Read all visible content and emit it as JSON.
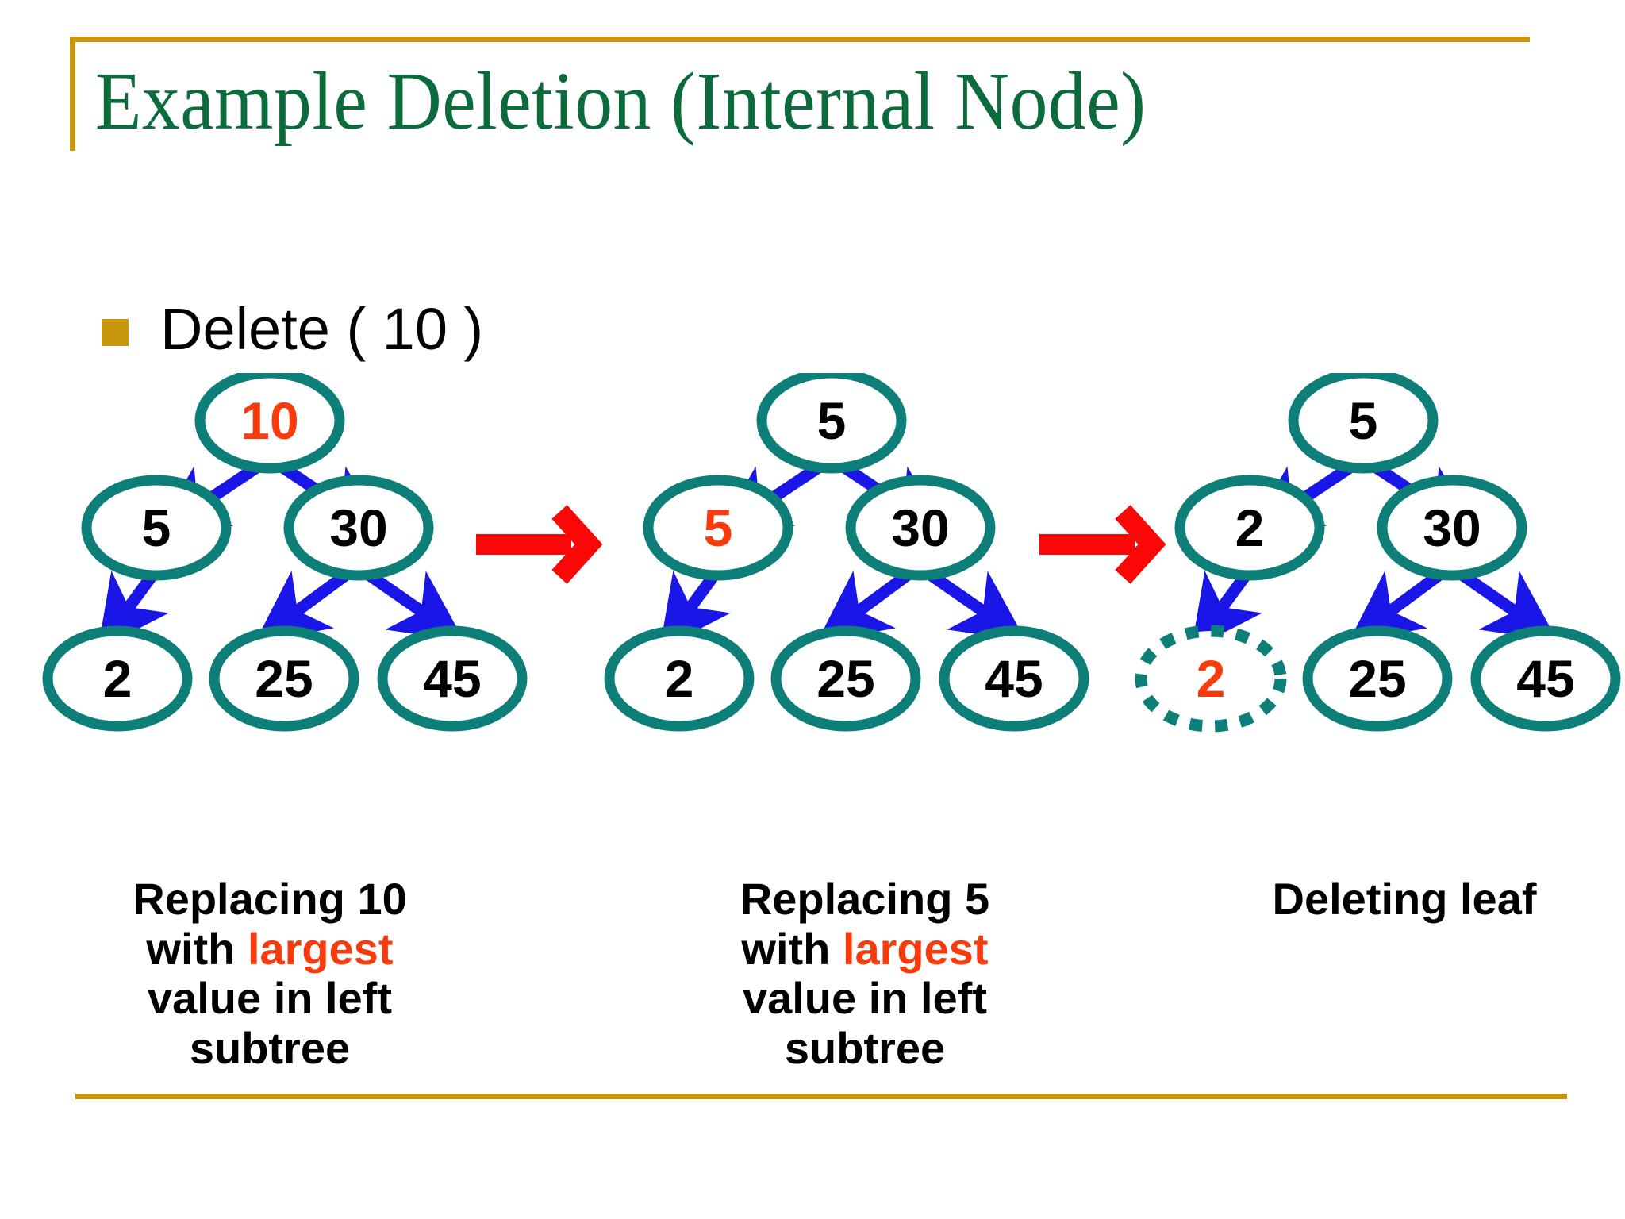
{
  "slide": {
    "title": "Example Deletion (Internal Node)",
    "bullet": {
      "marker": "square-bullet-icon",
      "text": "Delete ( 10 )"
    }
  },
  "colors": {
    "gold_rule": "#c8960c",
    "title_green": "#0b6b3a",
    "node_teal": "#0d7f78",
    "edge_blue": "#1a16e8",
    "highlight_red": "#f73b0c",
    "transition_red": "#fb0707",
    "text_black": "#000000"
  },
  "diagram": {
    "type": "binary-search-tree-deletion-sequence",
    "transition_arrows": [
      "red-arrow-1",
      "red-arrow-2"
    ],
    "trees": [
      {
        "id": "tree-1",
        "caption_id": "caption-1",
        "nodes": [
          {
            "id": "t1-root",
            "label": "10",
            "color": "highlight",
            "style": "solid",
            "level": 0
          },
          {
            "id": "t1-l",
            "label": "5",
            "color": "black",
            "style": "solid",
            "level": 1
          },
          {
            "id": "t1-r",
            "label": "30",
            "color": "black",
            "style": "solid",
            "level": 1
          },
          {
            "id": "t1-ll",
            "label": "2",
            "color": "black",
            "style": "solid",
            "level": 2
          },
          {
            "id": "t1-rl",
            "label": "25",
            "color": "black",
            "style": "solid",
            "level": 2
          },
          {
            "id": "t1-rr",
            "label": "45",
            "color": "black",
            "style": "solid",
            "level": 2
          }
        ],
        "edges": [
          [
            "t1-root",
            "t1-l"
          ],
          [
            "t1-root",
            "t1-r"
          ],
          [
            "t1-l",
            "t1-ll"
          ],
          [
            "t1-r",
            "t1-rl"
          ],
          [
            "t1-r",
            "t1-rr"
          ]
        ]
      },
      {
        "id": "tree-2",
        "caption_id": "caption-2",
        "nodes": [
          {
            "id": "t2-root",
            "label": "5",
            "color": "black",
            "style": "solid",
            "level": 0
          },
          {
            "id": "t2-l",
            "label": "5",
            "color": "highlight",
            "style": "solid",
            "level": 1
          },
          {
            "id": "t2-r",
            "label": "30",
            "color": "black",
            "style": "solid",
            "level": 1
          },
          {
            "id": "t2-ll",
            "label": "2",
            "color": "black",
            "style": "solid",
            "level": 2
          },
          {
            "id": "t2-rl",
            "label": "25",
            "color": "black",
            "style": "solid",
            "level": 2
          },
          {
            "id": "t2-rr",
            "label": "45",
            "color": "black",
            "style": "solid",
            "level": 2
          }
        ],
        "edges": [
          [
            "t2-root",
            "t2-l"
          ],
          [
            "t2-root",
            "t2-r"
          ],
          [
            "t2-l",
            "t2-ll"
          ],
          [
            "t2-r",
            "t2-rl"
          ],
          [
            "t2-r",
            "t2-rr"
          ]
        ]
      },
      {
        "id": "tree-3",
        "caption_id": "caption-3",
        "nodes": [
          {
            "id": "t3-root",
            "label": "5",
            "color": "black",
            "style": "solid",
            "level": 0
          },
          {
            "id": "t3-l",
            "label": "2",
            "color": "black",
            "style": "solid",
            "level": 1
          },
          {
            "id": "t3-r",
            "label": "30",
            "color": "black",
            "style": "solid",
            "level": 1
          },
          {
            "id": "t3-ll",
            "label": "2",
            "color": "highlight",
            "style": "dotted",
            "level": 2
          },
          {
            "id": "t3-rl",
            "label": "25",
            "color": "black",
            "style": "solid",
            "level": 2
          },
          {
            "id": "t3-rr",
            "label": "45",
            "color": "black",
            "style": "solid",
            "level": 2
          }
        ],
        "edges": [
          [
            "t3-root",
            "t3-l"
          ],
          [
            "t3-root",
            "t3-r"
          ],
          [
            "t3-l",
            "t3-ll"
          ],
          [
            "t3-r",
            "t3-rl"
          ],
          [
            "t3-r",
            "t3-rr"
          ]
        ]
      }
    ]
  },
  "captions": {
    "one": {
      "line1": "Replacing 10",
      "line2_pre": "with ",
      "line2_hl": "largest",
      "line3": "value in left",
      "line4": "subtree"
    },
    "two": {
      "line1": "Replacing 5",
      "line2_pre": "with ",
      "line2_hl": "largest",
      "line3": "value in left",
      "line4": "subtree"
    },
    "three": {
      "line1": "Deleting leaf"
    }
  },
  "node_labels": {
    "t1": {
      "root": "10",
      "l": "5",
      "r": "30",
      "ll": "2",
      "rl": "25",
      "rr": "45"
    },
    "t2": {
      "root": "5",
      "l": "5",
      "r": "30",
      "ll": "2",
      "rl": "25",
      "rr": "45"
    },
    "t3": {
      "root": "5",
      "l": "2",
      "r": "30",
      "ll": "2",
      "rl": "25",
      "rr": "45"
    }
  }
}
